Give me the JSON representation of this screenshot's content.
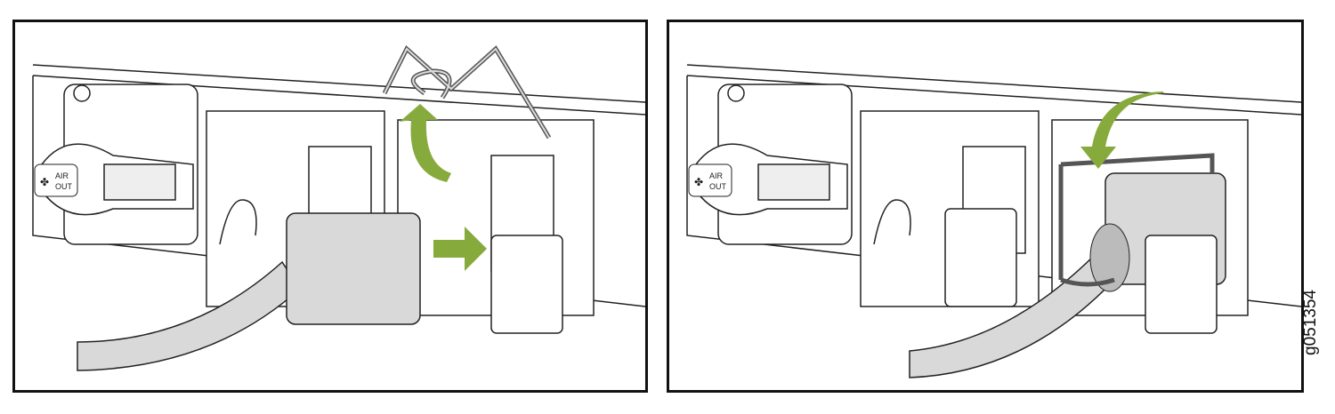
{
  "figure_id": "g051354",
  "panels": [
    {
      "fan_label_line1": "AIR",
      "fan_label_line2": "OUT"
    },
    {
      "fan_label_line1": "AIR",
      "fan_label_line2": "OUT"
    }
  ],
  "colors": {
    "arrow": "#86aa3c",
    "plug": "#d9d9d9",
    "line": "#222222"
  }
}
